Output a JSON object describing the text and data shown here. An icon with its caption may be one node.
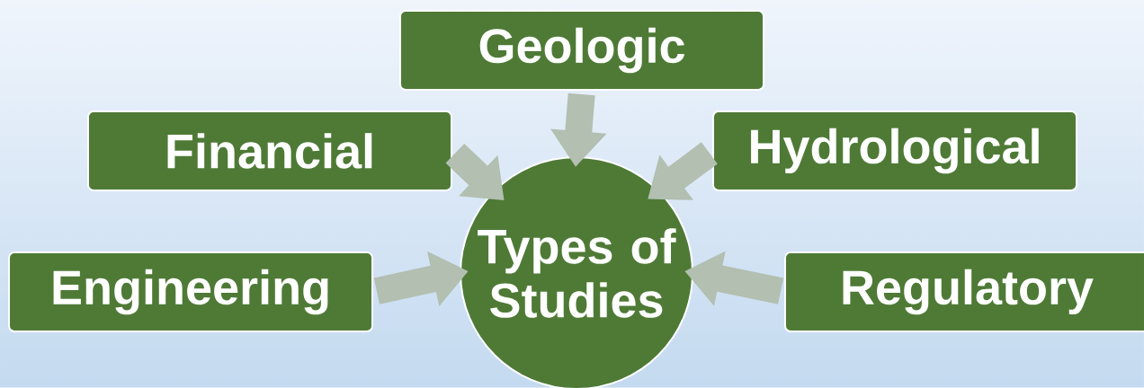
{
  "diagram": {
    "nodes": [
      {
        "text": [
          "Geologic"
        ]
      },
      {
        "text": [
          "Financial"
        ]
      },
      {
        "text": [
          "Hydrological"
        ]
      },
      {
        "text": [
          "Engineering"
        ]
      },
      {
        "text": [
          "Types of Studies"
        ]
      },
      {
        "text": [
          "Regulatory"
        ]
      }
    ],
    "edges": [
      {
        "from": 0,
        "to": 4,
        "arrow": "to"
      },
      {
        "from": 1,
        "to": 4,
        "arrow": "to"
      },
      {
        "from": 2,
        "to": 4,
        "arrow": "to"
      },
      {
        "from": 3,
        "to": 4,
        "arrow": "to"
      },
      {
        "from": 5,
        "to": 4,
        "arrow": "to"
      }
    ]
  }
}
